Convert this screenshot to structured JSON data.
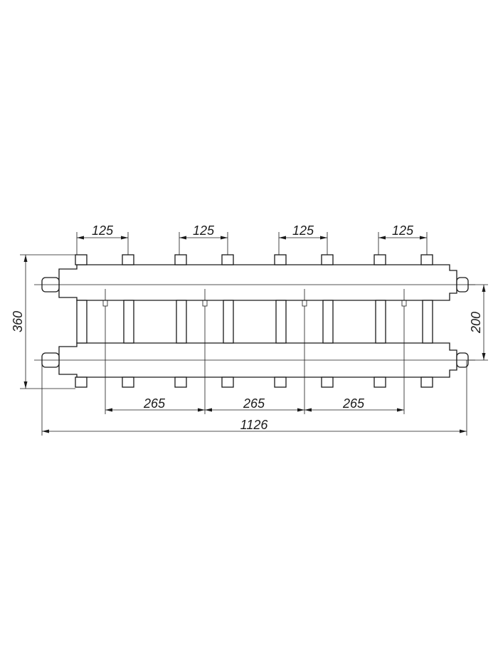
{
  "diagram": {
    "dimensions": {
      "port_spacing_labels": [
        "125",
        "125",
        "125",
        "125"
      ],
      "module_spacing_labels": [
        "265",
        "265",
        "265"
      ],
      "overall_length": "1126",
      "overall_height": "360",
      "header_spacing": "200"
    },
    "colors": {
      "line": "#1a1a1a",
      "background": "#ffffff"
    }
  }
}
